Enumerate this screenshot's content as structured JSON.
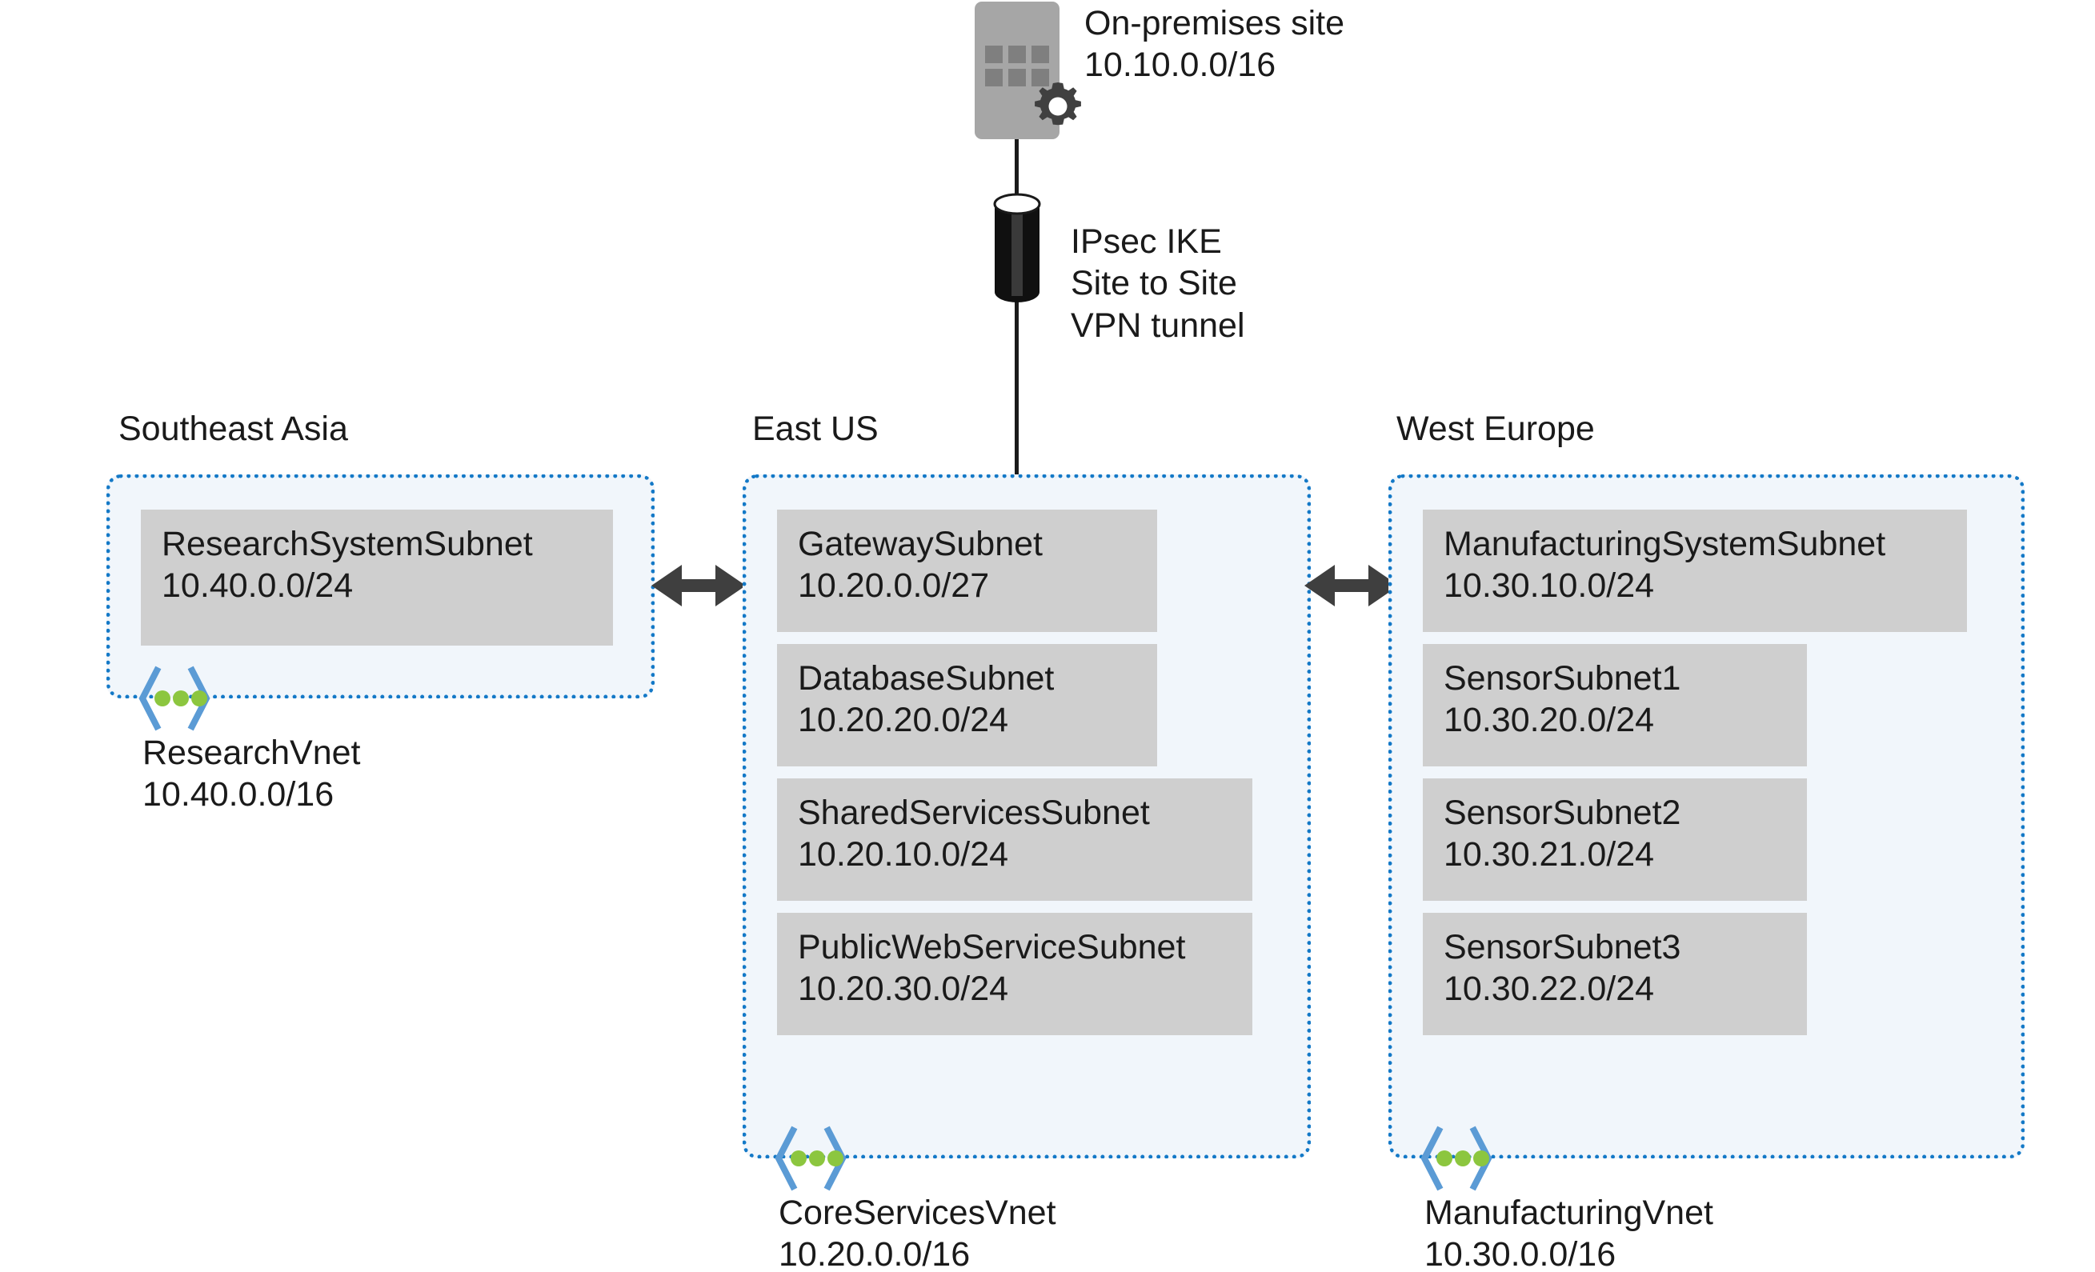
{
  "onprem": {
    "icon_name": "on-premises-building-icon",
    "gear_icon_name": "gear-icon",
    "title": "On-premises site",
    "cidr": "10.10.0.0/16"
  },
  "vpn": {
    "icon_name": "vpn-tunnel-cylinder-icon",
    "line1": "IPsec IKE",
    "line2": "Site to Site",
    "line3": "VPN tunnel"
  },
  "colors": {
    "vnet_border": "#1479c7",
    "vnet_fill": "#f1f6fb",
    "subnet_fill": "#cfcfcf",
    "badge_blue": "#5b9bd5",
    "badge_green": "#8cc63f",
    "arrow_gray": "#3f3f3f",
    "building_gray": "#a6a6a6",
    "building_window_gray": "#7f7f7f",
    "gear_dark": "#404040",
    "text": "#1a1a1a"
  },
  "regions": [
    {
      "id": "southeast-asia",
      "label": "Southeast Asia",
      "vnet_name": "ResearchVnet",
      "vnet_cidr": "10.40.0.0/16",
      "badge_icon_name": "vnet-badge-icon",
      "subnets": [
        {
          "name": "ResearchSystemSubnet",
          "cidr": "10.40.0.0/24"
        }
      ]
    },
    {
      "id": "east-us",
      "label": "East US",
      "vnet_name": "CoreServicesVnet",
      "vnet_cidr": "10.20.0.0/16",
      "badge_icon_name": "vnet-badge-icon",
      "subnets": [
        {
          "name": "GatewaySubnet",
          "cidr": "10.20.0.0/27"
        },
        {
          "name": "DatabaseSubnet",
          "cidr": "10.20.20.0/24"
        },
        {
          "name": "SharedServicesSubnet",
          "cidr": "10.20.10.0/24"
        },
        {
          "name": "PublicWebServiceSubnet",
          "cidr": "10.20.30.0/24"
        }
      ]
    },
    {
      "id": "west-europe",
      "label": "West Europe",
      "vnet_name": "ManufacturingVnet",
      "vnet_cidr": "10.30.0.0/16",
      "badge_icon_name": "vnet-badge-icon",
      "subnets": [
        {
          "name": "ManufacturingSystemSubnet",
          "cidr": "10.30.10.0/24"
        },
        {
          "name": "SensorSubnet1",
          "cidr": "10.30.20.0/24"
        },
        {
          "name": "SensorSubnet2",
          "cidr": "10.30.21.0/24"
        },
        {
          "name": "SensorSubnet3",
          "cidr": "10.30.22.0/24"
        }
      ]
    }
  ],
  "peerings": [
    {
      "id": "peering-sea-eastus",
      "icon_name": "peering-double-arrow-icon"
    },
    {
      "id": "peering-eastus-westeurope",
      "icon_name": "peering-double-arrow-icon"
    }
  ]
}
